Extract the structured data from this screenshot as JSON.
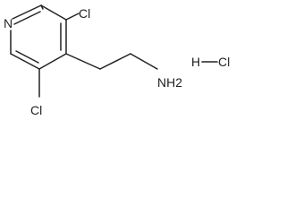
{
  "molecule": {
    "atoms": {
      "ring_nitrogen": "N",
      "chlorine_top": "Cl",
      "chlorine_bottom": "Cl",
      "amine": "NH2"
    },
    "salt": {
      "hydrogen": "H",
      "chlorine": "Cl"
    }
  },
  "colors": {
    "ink": "#222222",
    "background": "#ffffff"
  }
}
